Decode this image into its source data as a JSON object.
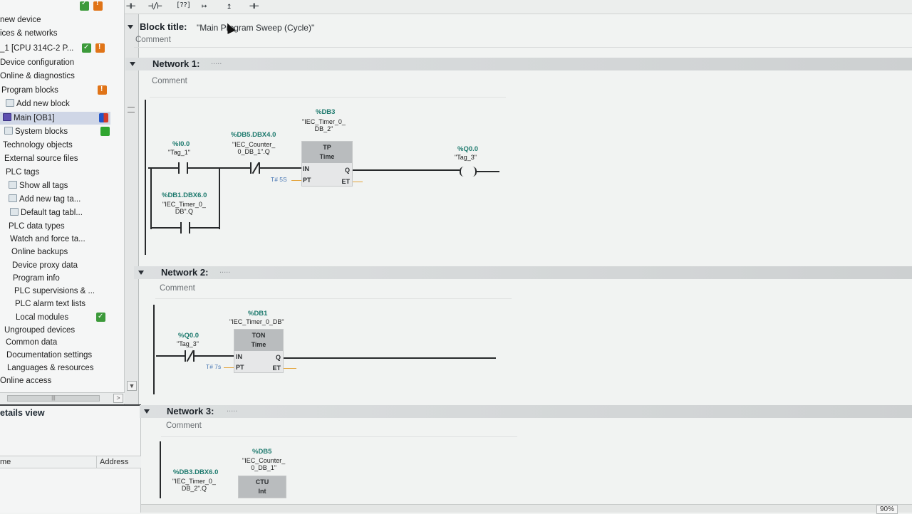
{
  "tree": {
    "items": [
      {
        "label": "new device",
        "status": "none"
      },
      {
        "label": "ices & networks",
        "status": "none"
      },
      {
        "label": "_1 [CPU 314C-2 P...",
        "status": "ok+warn"
      },
      {
        "label": "Device configuration",
        "status": "none"
      },
      {
        "label": "Online & diagnostics",
        "status": "none"
      },
      {
        "label": "Program blocks",
        "status": "warn"
      },
      {
        "label": "Add new block",
        "status": "none"
      },
      {
        "label": "Main [OB1]",
        "status": "half"
      },
      {
        "label": "System blocks",
        "status": "dot"
      },
      {
        "label": "Technology objects",
        "status": "none"
      },
      {
        "label": "External source files",
        "status": "none"
      },
      {
        "label": "PLC tags",
        "status": "none"
      },
      {
        "label": "Show all tags",
        "status": "none"
      },
      {
        "label": "Add new tag ta...",
        "status": "none"
      },
      {
        "label": "Default tag tabl...",
        "status": "none"
      },
      {
        "label": "PLC data types",
        "status": "none"
      },
      {
        "label": "Watch and force ta...",
        "status": "none"
      },
      {
        "label": "Online backups",
        "status": "none"
      },
      {
        "label": "Device proxy data",
        "status": "none"
      },
      {
        "label": "Program info",
        "status": "none"
      },
      {
        "label": "PLC supervisions & ...",
        "status": "none"
      },
      {
        "label": "PLC alarm text lists",
        "status": "none"
      },
      {
        "label": "Local modules",
        "status": "ok"
      },
      {
        "label": "Ungrouped devices",
        "status": "none"
      },
      {
        "label": "Common data",
        "status": "none"
      },
      {
        "label": "Documentation settings",
        "status": "none"
      },
      {
        "label": "Languages & resources",
        "status": "none"
      },
      {
        "label": "Online access",
        "status": "none"
      }
    ]
  },
  "details": {
    "title": "etails view",
    "col_name": "me",
    "col_address": "Address"
  },
  "toolbar": {
    "contact_no": "⊣⊢",
    "contact_nc": "⊣/⊢",
    "box": "[??]",
    "open_branch": "↦",
    "close_branch": "↥",
    "coil": "⊣⊢"
  },
  "block": {
    "title_label": "Block title:",
    "title_value": "\"Main Program Sweep (Cycle)\"",
    "comment": "Comment"
  },
  "networks": [
    {
      "label": "Network 1:",
      "comment": "Comment",
      "contact1_op": "%I0.0",
      "contact1_name": "\"Tag_1\"",
      "contact2_op": "%DB5.DBX4.0",
      "contact2_name": "\"IEC_Counter_\n0_DB_1\".Q",
      "branch_op": "%DB1.DBX6.0",
      "branch_name": "\"IEC_Timer_0_\nDB\".Q",
      "timer_op": "%DB3",
      "timer_name": "\"IEC_Timer_0_\nDB_2\"",
      "timer_type": "TP",
      "timer_sub": "Time",
      "pin_in": "IN",
      "pin_pt": "PT",
      "pin_q": "Q",
      "pin_et": "ET",
      "pt_value": "T# 5S",
      "coil_op": "%Q0.0",
      "coil_name": "\"Tag_3\""
    },
    {
      "label": "Network 2:",
      "comment": "Comment",
      "contact_op": "%Q0.0",
      "contact_name": "\"Tag_3\"",
      "timer_op": "%DB1",
      "timer_name": "\"IEC_Timer_0_DB\"",
      "timer_type": "TON",
      "timer_sub": "Time",
      "pin_in": "IN",
      "pin_pt": "PT",
      "pin_q": "Q",
      "pin_et": "ET",
      "pt_value": "T# 7s"
    },
    {
      "label": "Network 3:",
      "comment": "Comment",
      "contact_op": "%DB3.DBX6.0",
      "contact_name": "\"IEC_Timer_0_\nDB_2\".Q",
      "counter_op": "%DB5",
      "counter_name": "\"IEC_Counter_\n0_DB_1\"",
      "counter_type": "CTU",
      "counter_sub": "Int"
    }
  ],
  "zoom": "90%"
}
